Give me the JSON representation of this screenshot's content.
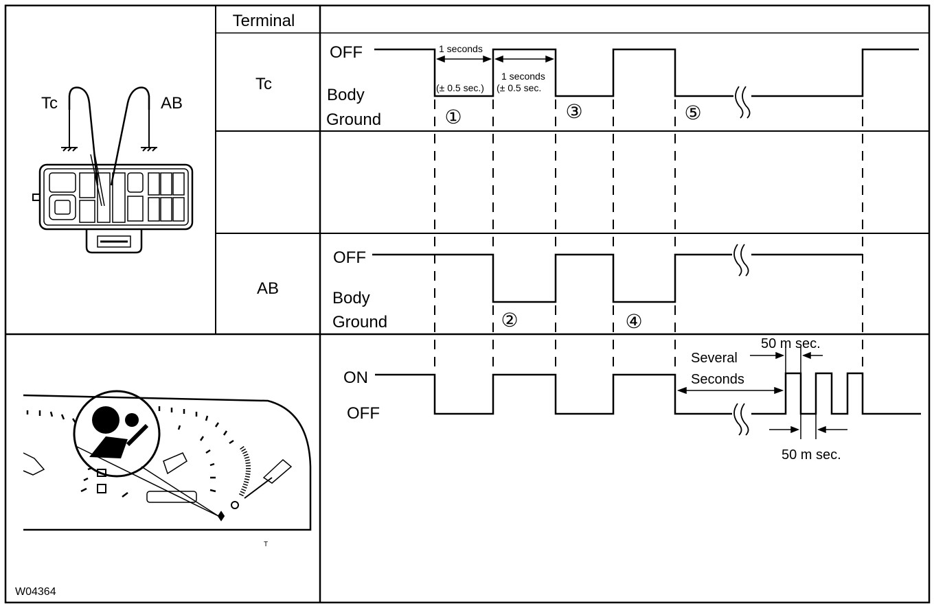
{
  "header": {
    "terminal": "Terminal"
  },
  "rows": {
    "tc": {
      "name": "Tc",
      "high": "OFF",
      "low_line1": "Body",
      "low_line2": "Ground"
    },
    "ab": {
      "name": "AB",
      "high": "OFF",
      "low_line1": "Body",
      "low_line2": "Ground"
    },
    "lamp": {
      "high": "ON",
      "low": "OFF"
    }
  },
  "connector": {
    "left_label": "Tc",
    "right_label": "AB"
  },
  "annotations": {
    "one_sec_a": "1 seconds",
    "tol_a": "(± 0.5 sec.)",
    "one_sec_b": "1 seconds",
    "tol_b": "(± 0.5 sec.",
    "step1": "①",
    "step2": "②",
    "step3": "③",
    "step4": "④",
    "step5": "⑤",
    "several": "Several",
    "seconds": "Seconds",
    "ms_top": "50 m sec.",
    "ms_bottom": "50 m sec."
  },
  "figure_id": "W04364",
  "small_mark": "T"
}
